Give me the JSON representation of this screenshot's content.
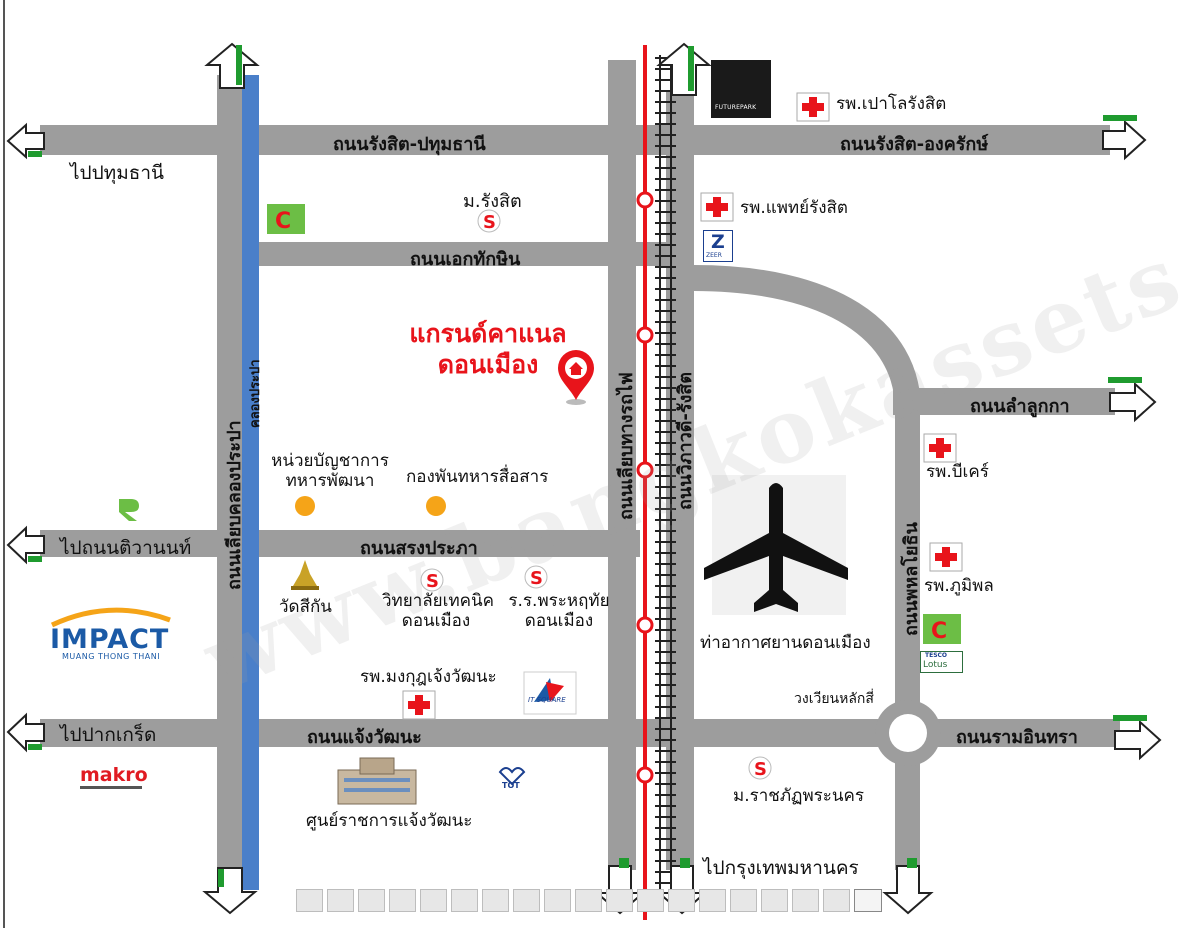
{
  "watermark": "www.bangkokassets.com",
  "property": {
    "name_line1": "แกรนด์คาแนล",
    "name_line2": "ดอนเมือง",
    "color": "#e8141b"
  },
  "roads": {
    "rangsit_pathum": "ถนนรังสิต-ปทุมธานี",
    "rangsit_ongkharak": "ถนนรังสิต-องครักษ์",
    "ekthakin": "ถนนเอกทักษิน",
    "songprapa": "ถนนสรงประภา",
    "chaengwattana": "ถนนแจ้งวัฒนะ",
    "lamlukka": "ถนนลำลูกกา",
    "ramintra": "ถนนรามอินทรา",
    "phahonyothin": "ถนนพหลโยธิน",
    "vibhavadi": "ถนนวิภาวดี-รังสิต",
    "railway_side": "ถนนเลียบทางรถไฟ",
    "khlong_prapa_side": "ถนนเลียบคลองประปา",
    "khlong_prapa": "คลองประปา"
  },
  "directions": {
    "to_pathum": "ไปปทุมธานี",
    "to_tiwanon": "ไปถนนติวานนท์",
    "to_pakkret": "ไปปากเกร็ด",
    "to_bangkok": "ไปกรุงเทพมหานคร"
  },
  "places": {
    "rangsit_univ": "ม.รังสิต",
    "hosp_paolo": "รพ.เปาโลรังสิต",
    "hosp_phaet": "รพ.แพทย์รังสิต",
    "hosp_bikhrom": "รพ.บีเคร์",
    "hosp_bhumibol": "รพ.ภูมิพล",
    "hosp_mongkut": "รพ.มงกุฎเจ้งวัฒนะ",
    "unit_command_line1": "หน่วยบัญชาการ",
    "unit_command_line2": "ทหารพัฒนา",
    "signal_regiment": "กองพันทหารสื่อสาร",
    "wat": "วัดสีกัน",
    "tech_college_line1": "วิทยาลัยเทคนิค",
    "tech_college_line2": "ดอนเมือง",
    "school_line1": "ร.ร.พระหฤทัย",
    "school_line2": "ดอนเมือง",
    "airport": "ท่าอากาศยานดอนเมือง",
    "roundabout": "วงเวียนหลักสี่",
    "rajabhat": "ม.ราชภัฏพระนคร",
    "gov_center": "ศูนย์ราชการแจ้งวัฒนะ"
  },
  "logos": {
    "impact": "IMPACT",
    "impact_sub": "MUANG THONG THANI",
    "makro": "makro",
    "future_park": "FUTUREPARK",
    "zeer": "Z",
    "zeer_sub": "ZEER",
    "tesco_top": "TESCO",
    "tesco_bottom": "Lotus",
    "tot": "TOT",
    "it_square": "IT SQUARE"
  },
  "colors": {
    "road": "#9d9d9d",
    "canal": "#4a7fc9",
    "railway_line": "#e8141b",
    "hospital_cross": "#e8141b",
    "poi_orange": "#f5a418",
    "arrow_green": "#1f9b2f"
  }
}
